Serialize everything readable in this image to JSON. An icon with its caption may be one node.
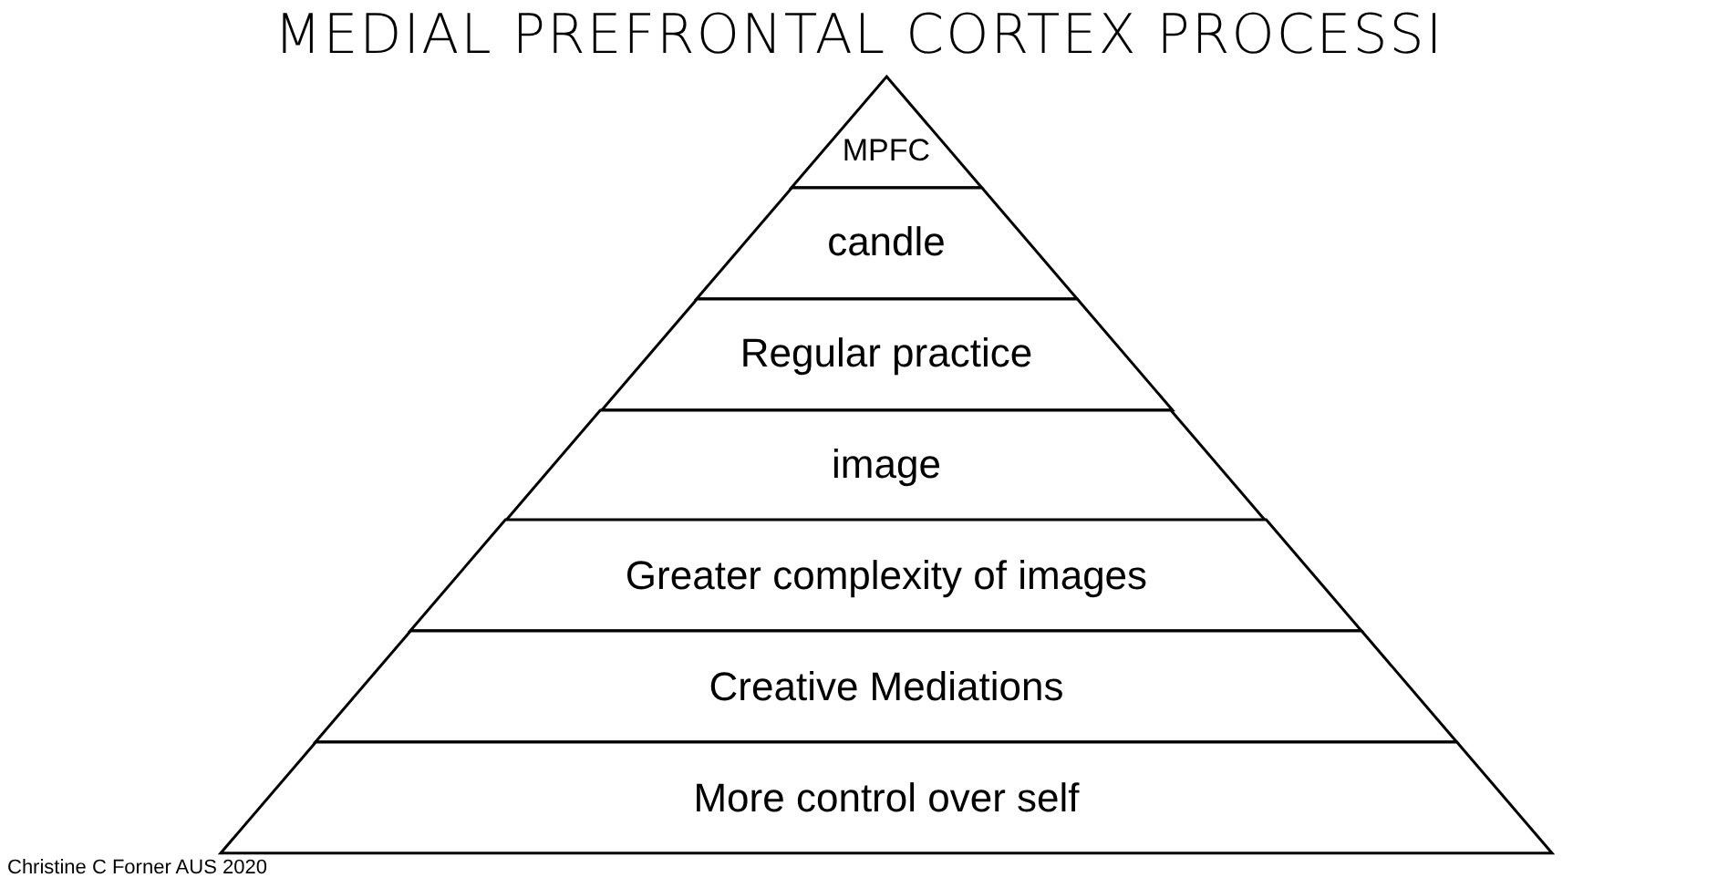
{
  "diagram": {
    "title": "MEDIAL PREFRONTAL CORTEX PROCESSI",
    "nodes": [
      {
        "text": [
          "MPFC"
        ]
      },
      {
        "text": [
          "candle"
        ]
      },
      {
        "text": [
          "Regular practice"
        ]
      },
      {
        "text": [
          "image"
        ]
      },
      {
        "text": [
          "Greater complexity of images"
        ]
      },
      {
        "text": [
          "Creative Mediations"
        ]
      },
      {
        "text": [
          "More control over self"
        ]
      }
    ],
    "labels": [
      "Christine C Forner AUS 2020"
    ]
  }
}
